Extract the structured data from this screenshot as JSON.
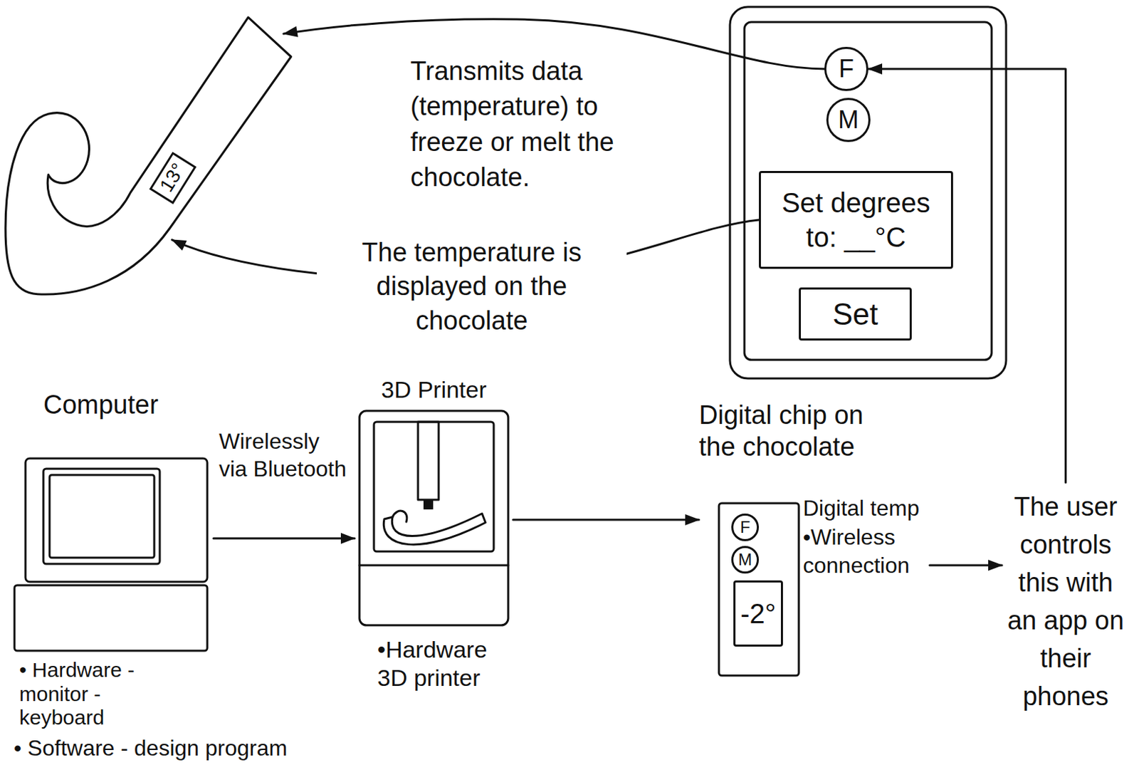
{
  "diagram": {
    "nodes": [
      {
        "text": [
          "13°"
        ]
      },
      {
        "text": [
          "F"
        ]
      },
      {
        "text": [
          "M"
        ]
      },
      {
        "text": [
          "Set degrees to: __°C"
        ]
      },
      {
        "text": [
          "Set"
        ]
      },
      {
        "text": [
          "Computer"
        ]
      },
      {
        "text": [
          "3D Printer"
        ]
      },
      {
        "text": [
          "Digital chip on the chocolate",
          "Digital temp •Wireless connection"
        ]
      },
      {
        "text": [
          "F"
        ],
        "in": 7
      },
      {
        "text": [
          "M"
        ],
        "in": 7
      },
      {
        "text": [
          "-2°"
        ],
        "in": 7
      },
      {
        "text": [
          "The user controls this with an app on their phones"
        ]
      }
    ],
    "edges": [
      {
        "from": 1,
        "to": 0,
        "arrow": "to",
        "label": "Transmits data (temperature) to freeze or melt the chocolate."
      },
      {
        "from": 3,
        "to": 0,
        "arrow": "to",
        "label": "The temperature is displayed on the chocolate"
      },
      {
        "from": 5,
        "to": 6,
        "arrow": "to",
        "label": "Wirelessly via Bluetooth"
      },
      {
        "from": 6,
        "to": 7,
        "arrow": "to"
      },
      {
        "from": 7,
        "to": 11,
        "arrow": "to"
      },
      {
        "from": 11,
        "to": 1,
        "arrow": "to"
      }
    ],
    "labels": [
      "• Hardware -monitor -keyboard",
      "• Software - design program",
      "•Hardware 3D printer"
    ]
  }
}
